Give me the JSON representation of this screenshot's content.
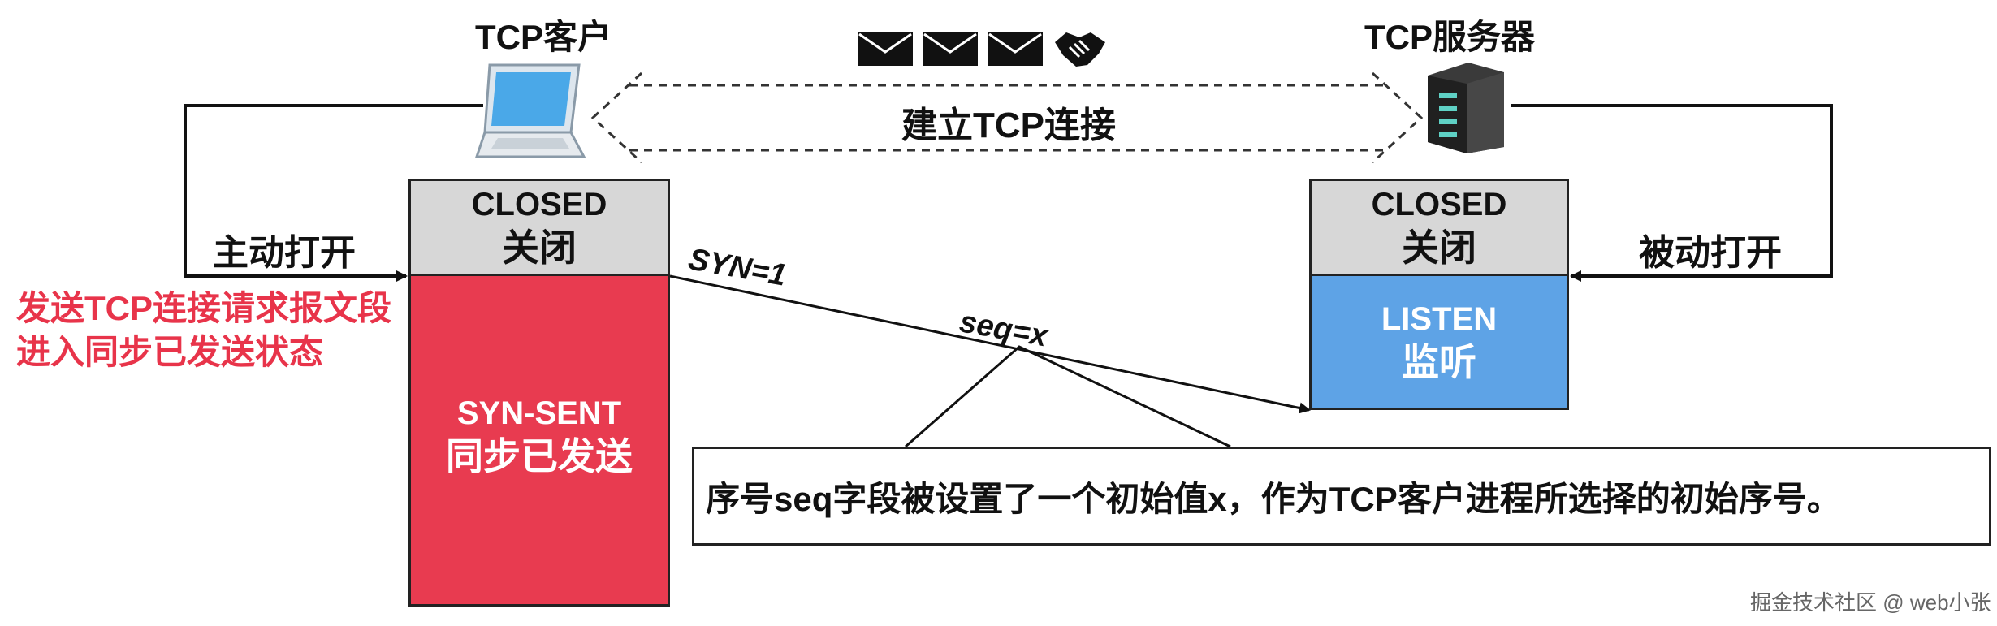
{
  "client": {
    "title": "TCP客户",
    "icon": "laptop-icon",
    "action": "主动打开",
    "closed_state": {
      "en": "CLOSED",
      "zh": "关闭"
    },
    "sent_state": {
      "en": "SYN-SENT",
      "zh": "同步已发送"
    },
    "note_line1": "发送TCP连接请求报文段",
    "note_line2": "进入同步已发送状态"
  },
  "server": {
    "title": "TCP服务器",
    "icon": "server-icon",
    "action": "被动打开",
    "closed_state": {
      "en": "CLOSED",
      "zh": "关闭"
    },
    "listen_state": {
      "en": "LISTEN",
      "zh": "监听"
    }
  },
  "connection": {
    "label": "建立TCP连接",
    "icons": [
      "envelope-icon",
      "envelope-icon",
      "envelope-icon",
      "handshake-icon"
    ]
  },
  "segment": {
    "syn": "SYN=1",
    "seq": "seq=x"
  },
  "callout": "序号seq字段被设置了一个初始值x，作为TCP客户进程所选择的初始序号。",
  "watermark": "掘金技术社区 @ web小张",
  "colors": {
    "sent": "#e83b50",
    "listen": "#5ea3e6",
    "closed": "#d7d7d7",
    "note_red": "#e8344a"
  }
}
